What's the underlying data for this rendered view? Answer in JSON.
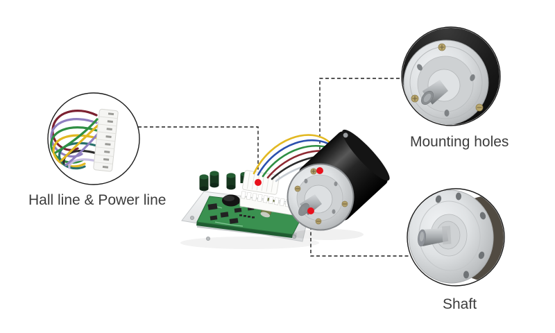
{
  "callouts": {
    "hall_power": {
      "label": "Hall line & Power line"
    },
    "mounting_holes": {
      "label": "Mounting holes"
    },
    "shaft": {
      "label": "Shaft"
    }
  },
  "colors": {
    "background": "#ffffff",
    "text": "#3c3c3c",
    "outline": "#1a1a1a",
    "marker": "#e8111c",
    "pcb": "#3a9150",
    "pcb_dark": "#2c7a40",
    "metal": "#d6d9db",
    "motor": "#161616"
  },
  "wire_colors": [
    "#e2b822",
    "#2b50ae",
    "#2f8f43",
    "#8f2a33",
    "#2b2b2b",
    "#c6ccd2",
    "#8f7fc0",
    "#27706a",
    "#7c2130",
    "#c6bde2"
  ]
}
